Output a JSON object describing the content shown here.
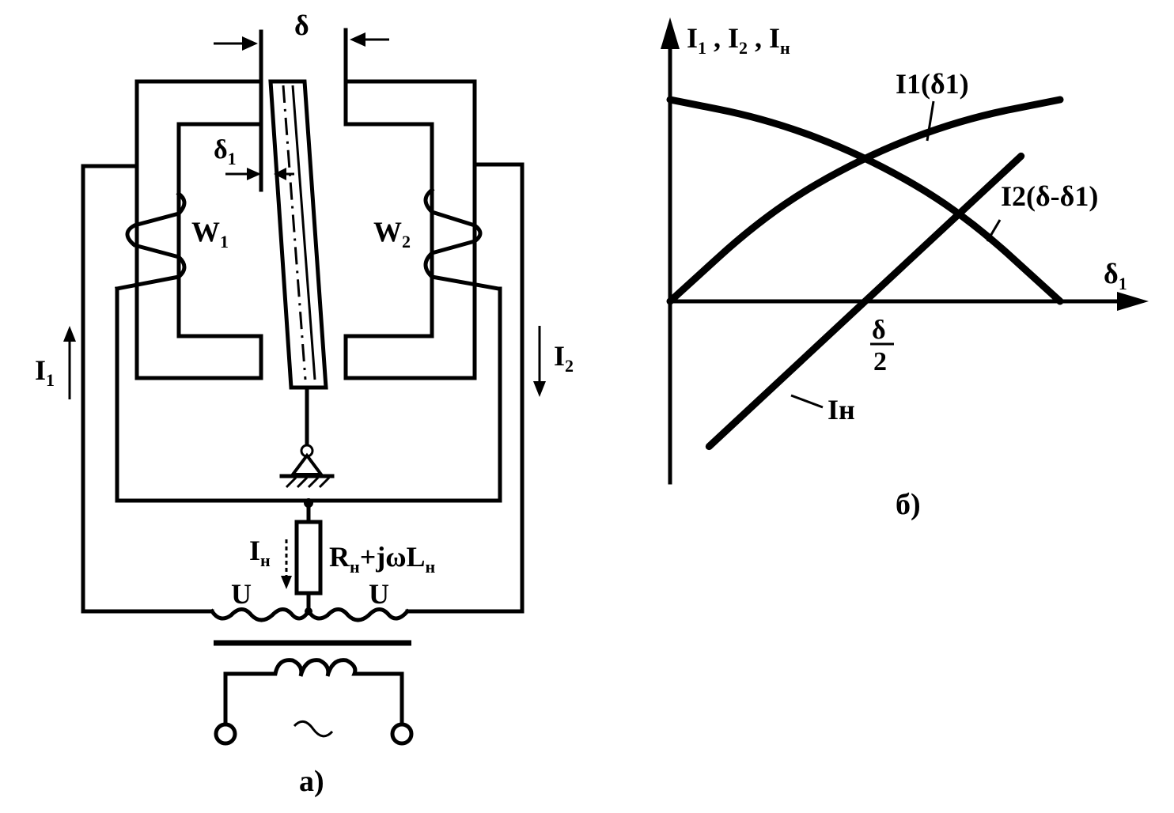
{
  "circuit": {
    "gap_total": "δ",
    "gap_part": "δ",
    "gap_part_sub": "1",
    "winding1": "W",
    "winding1_sub": "1",
    "winding2": "W",
    "winding2_sub": "2",
    "current1": "I",
    "current1_sub": "1",
    "current2": "I",
    "current2_sub": "2",
    "load_current": "I",
    "load_current_sub": "н",
    "load_R": "R",
    "load_R_sub": "н",
    "load_rest": "+jωL",
    "load_L_sub": "н",
    "voltage_left": "U",
    "voltage_right": "U",
    "ac_symbol": "~",
    "caption": "а)"
  },
  "plot": {
    "y_axis_label": [
      {
        "main": "I",
        "sub": "1"
      },
      {
        "main": ", I",
        "sub": "2"
      },
      {
        "main": ", I",
        "sub": "н"
      }
    ],
    "x_axis_label": "δ",
    "x_axis_sub": "1",
    "tick_numerator": "δ",
    "tick_denominator": "2",
    "caption": "б)"
  },
  "chart_data": {
    "type": "line",
    "title": "",
    "x_axis": "δ1",
    "y_axis": "I1, I2, Iн",
    "x_ticks": [
      "δ/2"
    ],
    "series": [
      {
        "name": "I1(δ1)",
        "shape": "rising, concave, saturating",
        "x": [
          0,
          0.25,
          0.5,
          0.75,
          1.0
        ],
        "y": [
          0,
          0.55,
          0.9,
          1.13,
          1.25
        ]
      },
      {
        "name": "I2(δ-δ1)",
        "shape": "falling from maximum to zero",
        "x": [
          0,
          0.25,
          0.5,
          0.75,
          1.0
        ],
        "y": [
          1.25,
          1.13,
          0.9,
          0.55,
          0
        ]
      },
      {
        "name": "Iн",
        "shape": "linear, crosses zero at δ/2",
        "x": [
          0.1,
          0.5,
          0.9
        ],
        "y": [
          -0.9,
          0,
          0.9
        ]
      }
    ]
  }
}
